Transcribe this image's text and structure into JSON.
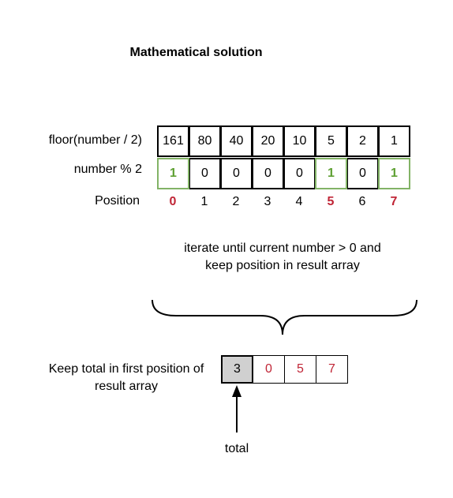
{
  "title": "Mathematical solution",
  "row_labels": {
    "floor": "floor(number / 2)",
    "mod": "number % 2",
    "position": "Position"
  },
  "floor_values": [
    "161",
    "80",
    "40",
    "20",
    "10",
    "5",
    "2",
    "1"
  ],
  "mod_values": [
    "1",
    "0",
    "0",
    "0",
    "0",
    "1",
    "0",
    "1"
  ],
  "positions": [
    "0",
    "1",
    "2",
    "3",
    "4",
    "5",
    "6",
    "7"
  ],
  "highlight_indices": [
    0,
    5,
    7
  ],
  "note": "iterate until current number > 0 and keep position in result array",
  "result_array": [
    "3",
    "0",
    "5",
    "7"
  ],
  "keep_label": "Keep total in first position of result array",
  "total_label": "total",
  "colors": {
    "green": "#82b366",
    "red": "#c02536",
    "gray": "#d0d0d0"
  }
}
